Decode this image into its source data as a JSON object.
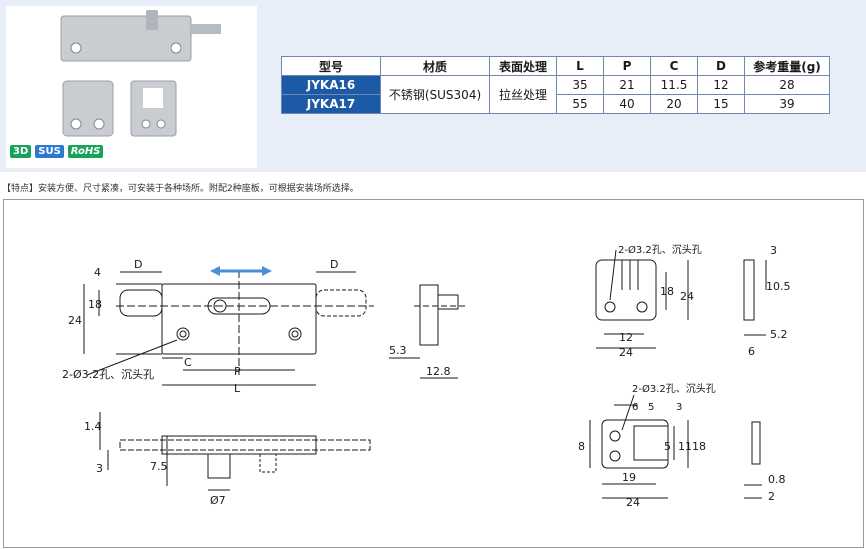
{
  "badges": [
    "3D",
    "SUS",
    "RoHS"
  ],
  "table": {
    "headers": [
      "型号",
      "材质",
      "表面处理",
      "L",
      "P",
      "C",
      "D",
      "参考重量(g)"
    ],
    "material": "不锈钢(SUS304)",
    "surface": "拉丝处理",
    "rows": [
      {
        "model": "JYKA16",
        "L": "35",
        "P": "21",
        "C": "11.5",
        "D": "12",
        "weight": "28"
      },
      {
        "model": "JYKA17",
        "L": "55",
        "P": "40",
        "C": "20",
        "D": "15",
        "weight": "39"
      }
    ]
  },
  "features": "【特点】安装方便、尺寸紧凑，可安装于各种场所。附配2种座板，可根据安装场所选择。",
  "drawing_labels": {
    "d_left": "D",
    "d_right": "D",
    "dim4": "4",
    "dim18": "18",
    "dim24": "24",
    "hole_note": "2-Ø3.2孔、沉头孔",
    "c": "C",
    "p": "P",
    "l": "L",
    "dim5_3": "5.3",
    "dim12_8": "12.8",
    "dim1_4": "1.4",
    "dim3": "3",
    "dim7_5": "7.5",
    "dim_phi7": "Ø7",
    "plate1_hole": "2-Ø3.2孔、沉头孔",
    "p1_18": "18",
    "p1_24": "24",
    "p1_12": "12",
    "p1_24b": "24",
    "p1_3": "3",
    "p1_10_5": "10.5",
    "p1_5_2": "5.2",
    "p1_6": "6",
    "plate2_hole": "2-Ø3.2孔、沉头孔",
    "p2_6": "6",
    "p2_5a": "5",
    "p2_3": "3",
    "p2_8": "8",
    "p2_5b": "5",
    "p2_11": "11",
    "p2_18": "18",
    "p2_19": "19",
    "p2_24": "24",
    "p2_0_8": "0.8",
    "p2_2": "2"
  }
}
